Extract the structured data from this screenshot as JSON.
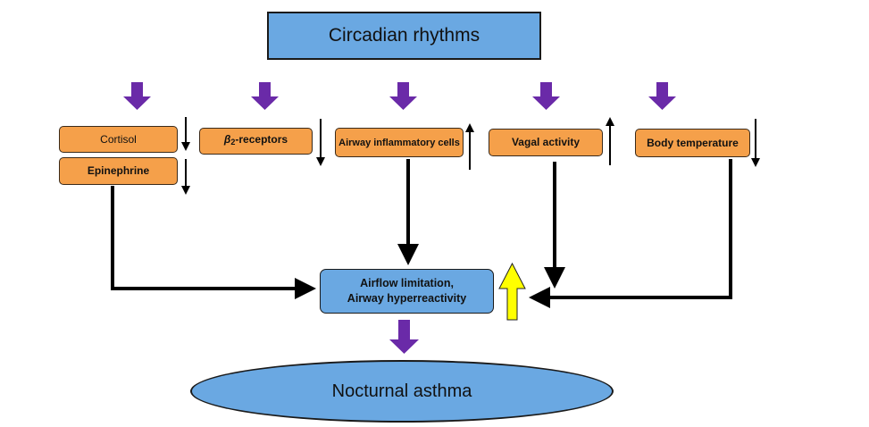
{
  "title": "Circadian rhythms",
  "factors": [
    {
      "id": "cortisol",
      "label": "Cortisol",
      "change": "decrease",
      "change_icon": "down-arrow-icon"
    },
    {
      "id": "epinephrine",
      "label": "Epinephrine",
      "change": "decrease",
      "change_icon": "down-arrow-icon"
    },
    {
      "id": "beta2",
      "label_symbol": "β",
      "label_sub": "2",
      "label_rest": "-receptors",
      "change": "decrease",
      "change_icon": "down-arrow-icon"
    },
    {
      "id": "airway-cells",
      "label": "Airway inflammatory cells",
      "change": "increase",
      "change_icon": "up-arrow-icon"
    },
    {
      "id": "vagal",
      "label": "Vagal activity",
      "change": "increase",
      "change_icon": "up-arrow-icon"
    },
    {
      "id": "body-temp",
      "label": "Body temperature",
      "change": "decrease",
      "change_icon": "down-arrow-icon"
    }
  ],
  "outcome": {
    "line1": "Airflow limitation,",
    "line2": "Airway hyperreactivity",
    "change": "increase",
    "change_icon": "yellow-up-arrow-icon"
  },
  "result": "Nocturnal asthma",
  "colors": {
    "blue_box": "#6aa8e2",
    "orange_box": "#f5a04a",
    "purple_arrow": "#6a2aa8",
    "yellow_arrow": "#ffff00",
    "line": "#000000"
  }
}
